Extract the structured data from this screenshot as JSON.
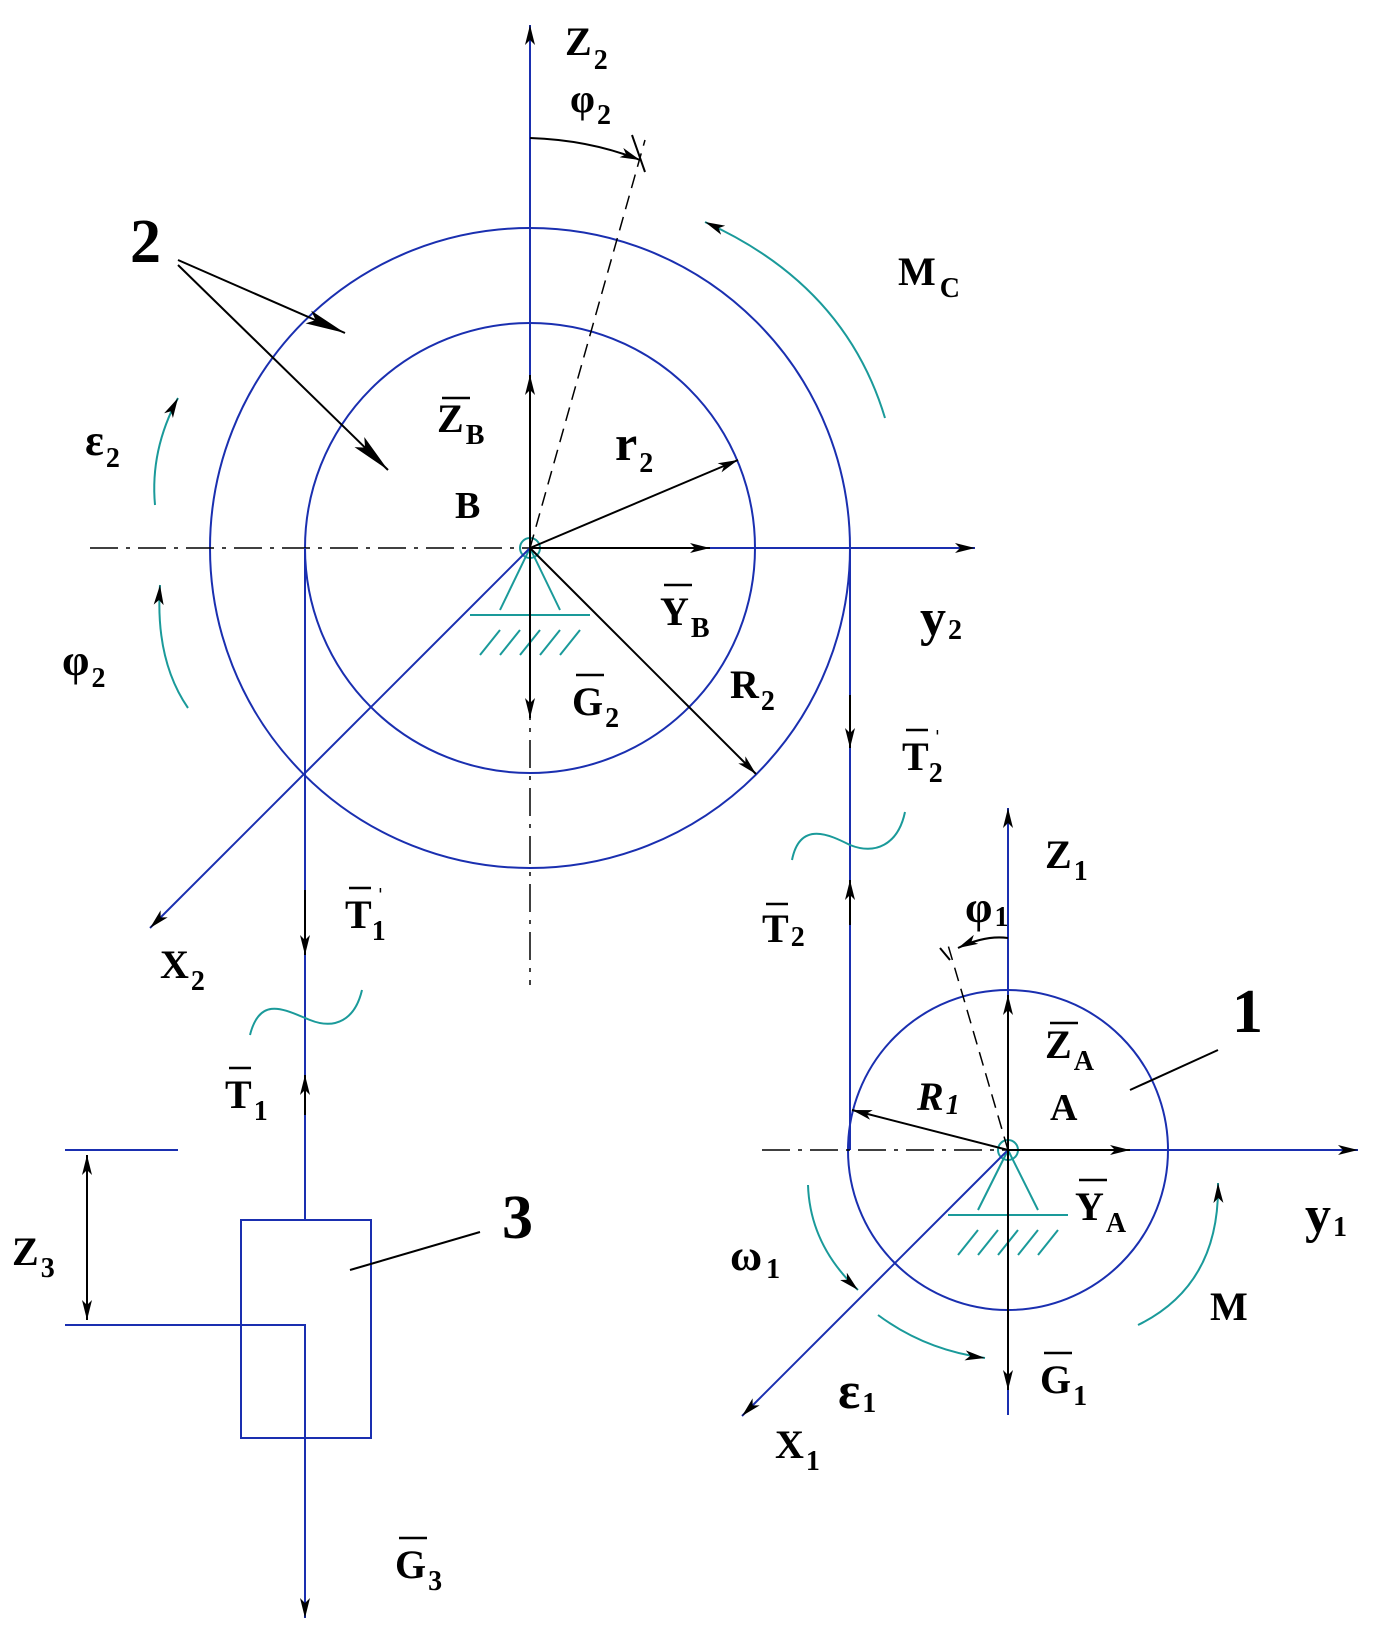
{
  "colors": {
    "geometry": "#1a2fb0",
    "moment_arc": "#1a9a9a",
    "ink": "#000000"
  },
  "labels": {
    "body2": "2",
    "body1": "1",
    "body3": "3",
    "Mc": "M",
    "Mc_sub": "C",
    "Z2": "Z",
    "Z2_sub": "2",
    "phi2_top": "φ",
    "phi2_top_sub": "2",
    "eps2": "ε",
    "eps2_sub": "2",
    "phi2_left": "φ",
    "phi2_left_sub": "2",
    "ZB": "Z",
    "ZB_sub": "B",
    "B": "B",
    "r2": "r",
    "r2_sub": "2",
    "YB": "Y",
    "YB_sub": "B",
    "y2": "y",
    "y2_sub": "2",
    "G2": "G",
    "G2_sub": "2",
    "R2": "R",
    "R2_sub": "2",
    "T2p": "T",
    "T2p_sub": "2",
    "T2p_prime": "ˈ",
    "X2": "X",
    "X2_sub": "2",
    "T1p": "T",
    "T1p_sub": "1",
    "T1p_prime": "ˈ",
    "T1": "T",
    "T1_sub": "1",
    "T2": "T",
    "T2_sub": "2",
    "Z1": "Z",
    "Z1_sub": "1",
    "phi1": "φ",
    "phi1_sub": "1",
    "ZA": "Z",
    "ZA_sub": "A",
    "A": "A",
    "R1": "R",
    "R1_sub": "1",
    "YA": "Y",
    "YA_sub": "A",
    "y1": "y",
    "y1_sub": "1",
    "omega1": "ω",
    "omega1_sub": "1",
    "M": "M",
    "eps1": "ε",
    "eps1_sub": "1",
    "G1": "G",
    "G1_sub": "1",
    "X1": "X",
    "X1_sub": "1",
    "Z3": "Z",
    "Z3_sub": "3",
    "G3": "G",
    "G3_sub": "3"
  }
}
